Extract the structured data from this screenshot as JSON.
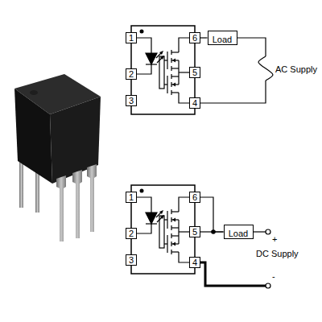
{
  "diagram": {
    "nodes": [
      {
        "text": [
          "1"
        ]
      },
      {
        "text": [
          "2"
        ]
      },
      {
        "text": [
          "3"
        ]
      },
      {
        "text": [
          "6"
        ]
      },
      {
        "text": [
          "5"
        ]
      },
      {
        "text": [
          "4"
        ]
      },
      {
        "text": [
          "Load"
        ]
      },
      {
        "text": [
          "1"
        ]
      },
      {
        "text": [
          "2"
        ]
      },
      {
        "text": [
          "3"
        ]
      },
      {
        "text": [
          "6"
        ]
      },
      {
        "text": [
          "5"
        ]
      },
      {
        "text": [
          "4"
        ]
      },
      {
        "text": [
          "Load"
        ]
      }
    ],
    "edges": [
      {
        "from": 3,
        "to": 6,
        "arrow": "none"
      },
      {
        "from": 10,
        "to": 13,
        "arrow": "none"
      },
      {
        "from": 11,
        "to": 13,
        "arrow": "none"
      }
    ],
    "labels": [
      "AC Supply",
      "+",
      "DC Supply",
      "-"
    ]
  }
}
